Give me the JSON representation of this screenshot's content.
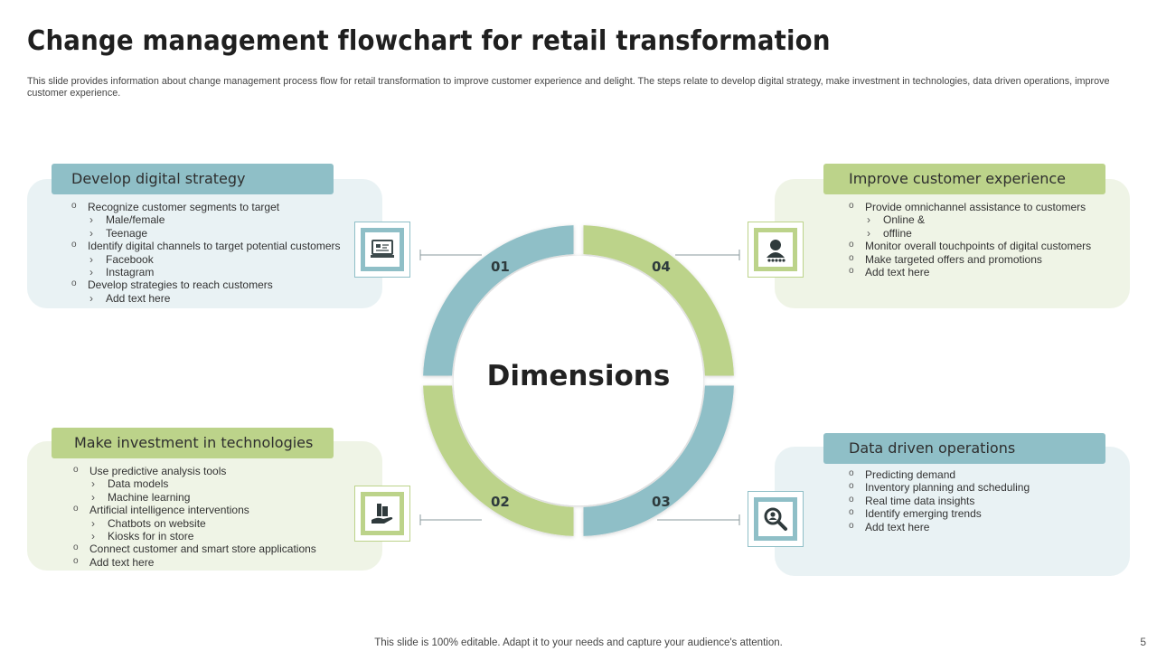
{
  "title": "Change management flowchart for retail transformation",
  "subtitle": "This slide provides information about change management process flow for retail transformation to improve customer experience and delight. The steps relate to develop digital strategy, make investment in technologies, data driven operations, improve customer experience.",
  "center_label": "Dimensions",
  "colors": {
    "blue": "#8fbfc7",
    "green": "#bcd38a",
    "panel_blue": "#e9f2f4",
    "panel_green": "#eff4e6"
  },
  "steps": [
    {
      "number": "01",
      "heading": "Develop digital strategy",
      "icon": "monitor-strategy-icon",
      "items": [
        {
          "text": "Recognize customer segments to target",
          "level": 1
        },
        {
          "text": "Male/female",
          "level": 2
        },
        {
          "text": "Teenage",
          "level": 2
        },
        {
          "text": "Identify digital channels to target potential customers",
          "level": 1
        },
        {
          "text": "Facebook",
          "level": 2
        },
        {
          "text": "Instagram",
          "level": 2
        },
        {
          "text": "Develop strategies to  reach customers",
          "level": 1
        },
        {
          "text": "Add text here",
          "level": 2
        }
      ]
    },
    {
      "number": "02",
      "heading": "Make investment in technologies",
      "icon": "hand-building-icon",
      "items": [
        {
          "text": "Use predictive analysis tools",
          "level": 1
        },
        {
          "text": "Data models",
          "level": 2
        },
        {
          "text": "Machine learning",
          "level": 2
        },
        {
          "text": "Artificial intelligence interventions",
          "level": 1
        },
        {
          "text": "Chatbots on website",
          "level": 2
        },
        {
          "text": "Kiosks for in store",
          "level": 2
        },
        {
          "text": "Connect customer and smart store applications",
          "level": 1
        },
        {
          "text": "Add text here",
          "level": 1
        }
      ]
    },
    {
      "number": "03",
      "heading": "Data driven operations",
      "icon": "person-search-icon",
      "items": [
        {
          "text": "Predicting demand",
          "level": 1
        },
        {
          "text": "Inventory  planning and scheduling",
          "level": 1
        },
        {
          "text": "Real time data insights",
          "level": 1
        },
        {
          "text": "Identify emerging trends",
          "level": 1
        },
        {
          "text": "Add text here",
          "level": 1
        }
      ]
    },
    {
      "number": "04",
      "heading": "Improve customer experience",
      "icon": "customer-rating-icon",
      "items": [
        {
          "text": "Provide omnichannel assistance to customers",
          "level": 1
        },
        {
          "text": "Online &",
          "level": 2
        },
        {
          "text": "offline",
          "level": 2
        },
        {
          "text": "Monitor overall touchpoints of digital customers",
          "level": 1
        },
        {
          "text": "Make targeted offers and promotions",
          "level": 1
        },
        {
          "text": "Add text here",
          "level": 1
        }
      ]
    }
  ],
  "footer": "This slide is 100% editable. Adapt it to your needs and capture your audience's attention.",
  "page_number": "5"
}
